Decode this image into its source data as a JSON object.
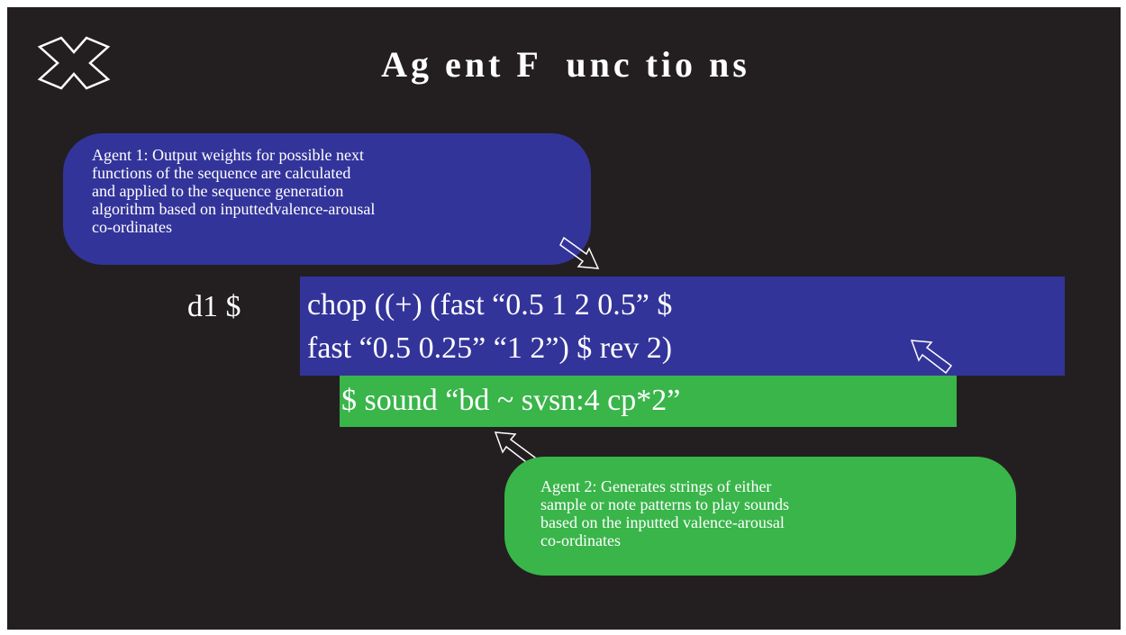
{
  "title": "Ag ent F  unc tio ns",
  "colors": {
    "background": "#231f20",
    "agent1": "#33349a",
    "agent2": "#39b54a",
    "text": "#ffffff"
  },
  "icons": [
    "crossed-logo-icon",
    "arrow-down-right-icon",
    "arrow-up-left-icon"
  ],
  "agent1": {
    "text": "Agent 1: Output weights for possible next\nfunctions of the sequence are calculated\nand applied to the sequence generation\nalgorithm based on inputtedvalence-arousal\nco-ordinates"
  },
  "agent2": {
    "text": "Agent 2: Generates strings of either\nsample or note patterns to play sounds\nbased on the inputted valence-arousal\nco-ordinates"
  },
  "code": {
    "prefix": "d1 $",
    "functions": "chop ((+) (fast “0.5 1 2 0.5” $\nfast “0.5 0.25” “1 2”) $ rev 2)",
    "sound": "$ sound “bd ~ svsn:4 cp*2”"
  }
}
